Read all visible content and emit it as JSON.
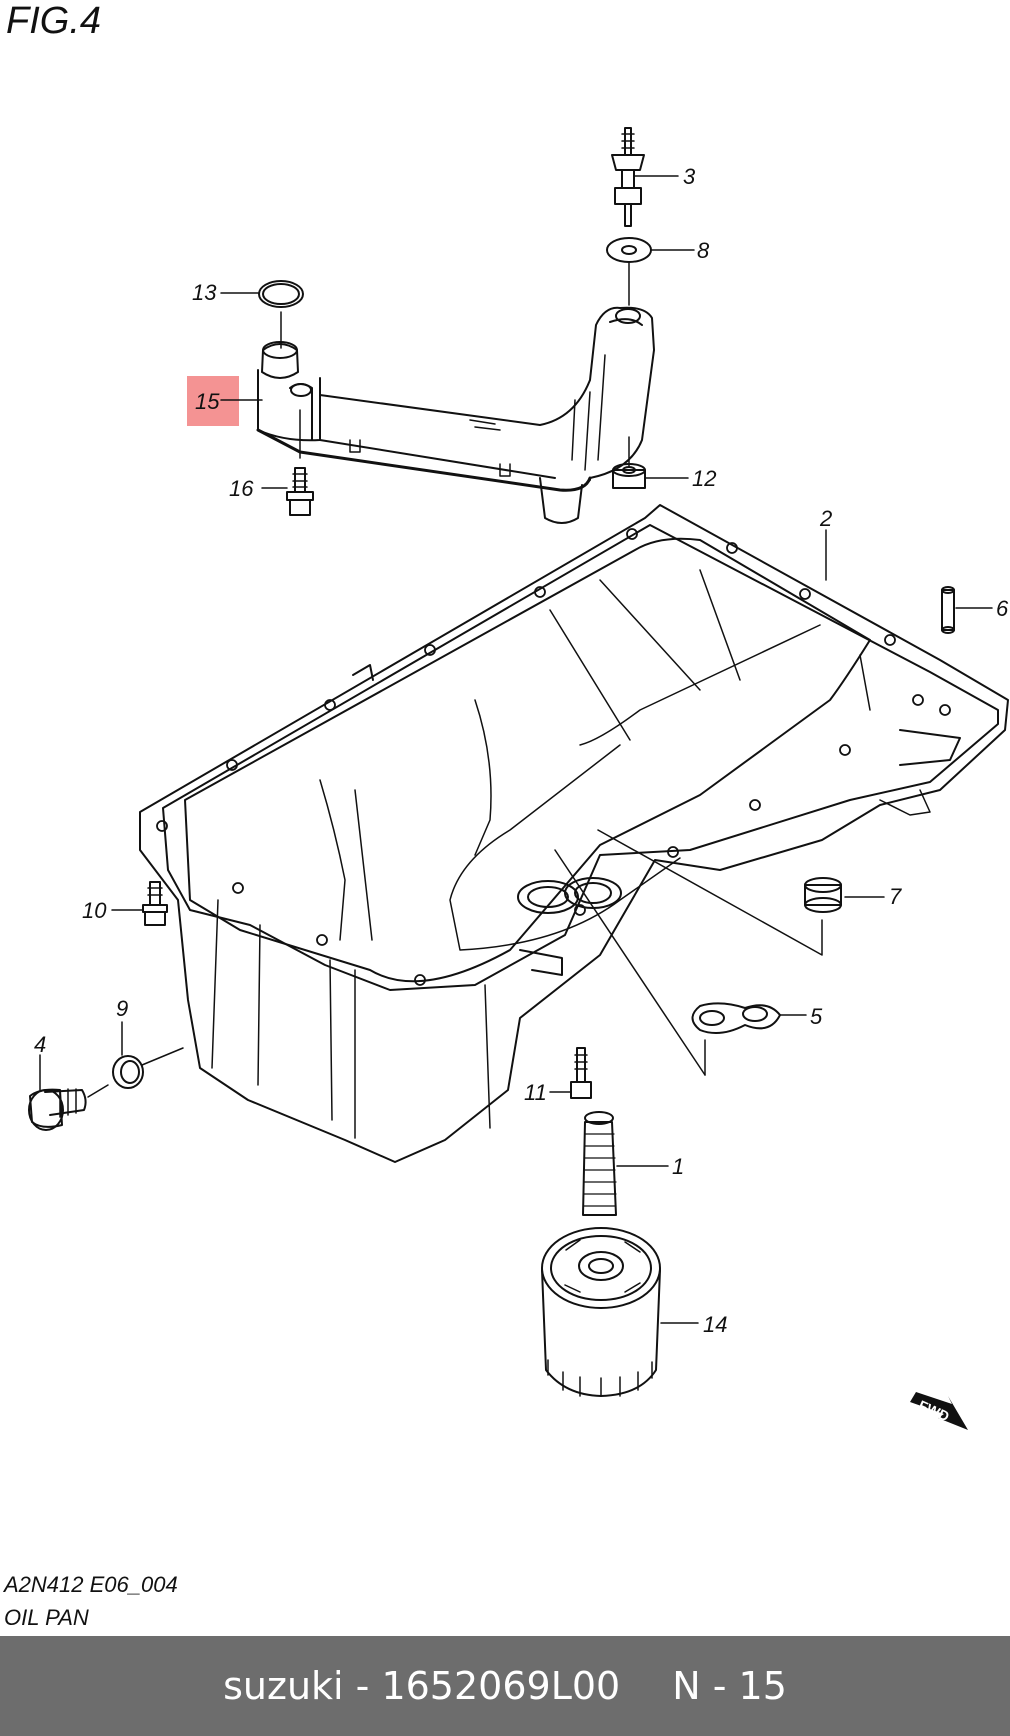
{
  "figure": {
    "title": "FIG.4",
    "drawing_code": "A2N412 E06_004",
    "section_name": "OIL PAN"
  },
  "callouts": {
    "c1": "1",
    "c2": "2",
    "c3": "3",
    "c4": "4",
    "c5": "5",
    "c6": "6",
    "c7": "7",
    "c8": "8",
    "c9": "9",
    "c10": "10",
    "c11": "11",
    "c12": "12",
    "c13": "13",
    "c14": "14",
    "c15": "15",
    "c16": "16"
  },
  "fwd_label": "FWD",
  "highlight_color": "#f49393",
  "footer": {
    "brand_part": "suzuki - 1652069L00",
    "position": "N - 15",
    "background": "#6d6d6d"
  }
}
